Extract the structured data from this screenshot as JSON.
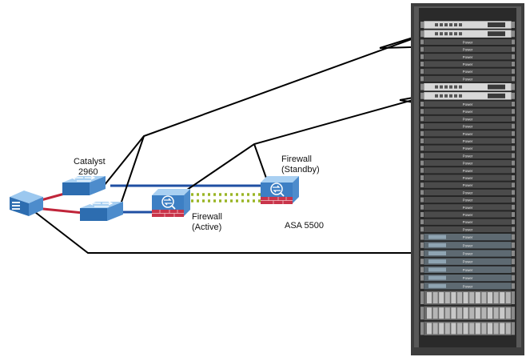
{
  "labels": {
    "catalyst_line1": "Catalyst",
    "catalyst_line2": "2960",
    "fw_standby_line1": "Firewall",
    "fw_standby_line2": "(Standby)",
    "fw_active_line1": "Firewall",
    "fw_active_line2": "(Active)",
    "asa_model": "ASA 5500"
  },
  "device_icons": {
    "router": "router-icon",
    "switch": "switch-icon",
    "firewall": "firewall-icon",
    "server_rack": "server-rack-icon"
  },
  "colors": {
    "trunk_line": "#1f4fa3",
    "access_line": "#c0253a",
    "failover_link": "#9ab526",
    "device_blue": "#3d7fc4",
    "firewall_red": "#c9344a",
    "rack_frame": "#5a5a5a"
  },
  "rack": {
    "unit_label": "Power"
  }
}
